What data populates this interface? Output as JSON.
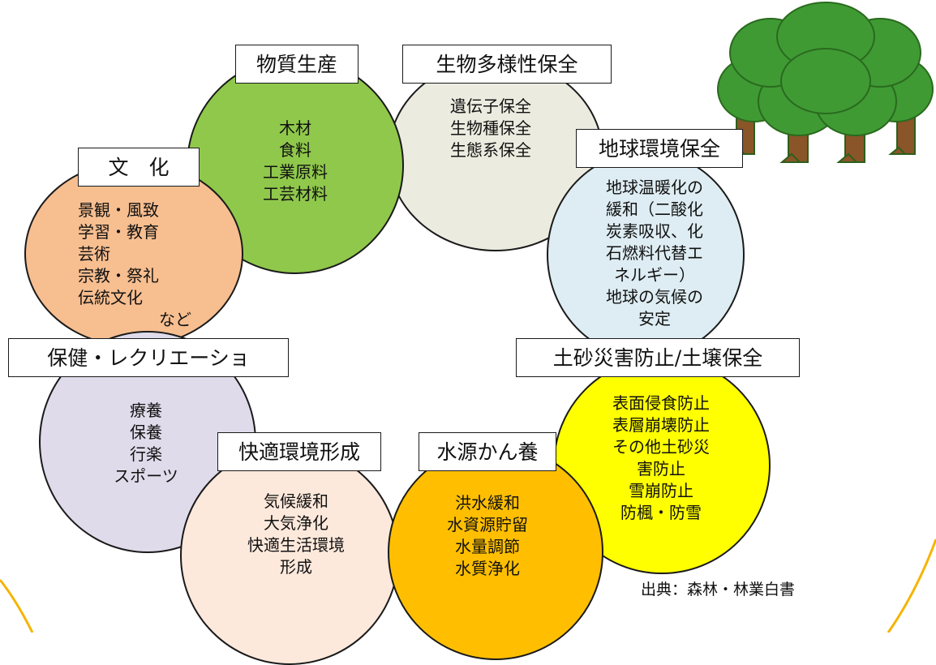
{
  "functions": [
    {
      "id": "bussitsu",
      "label": "物質生産",
      "color": "#8fc84b",
      "items": [
        "木材",
        "食料",
        "工業原料",
        "工芸材料"
      ]
    },
    {
      "id": "seibutsu",
      "label": "生物多様性保全",
      "color": "#ecebe0",
      "items": [
        "遺伝子保全",
        "生物種保全",
        "生態系保全"
      ]
    },
    {
      "id": "chikyu",
      "label": "地球環境保全",
      "color": "#deedf3",
      "items": [
        "地球温暖化の",
        "緩和（二酸化",
        "炭素吸収、化",
        "石燃料代替エ",
        "ネルギー）",
        "地球の気候の",
        "安定"
      ]
    },
    {
      "id": "bunka",
      "label": "文　化",
      "color": "#f7be90",
      "items": [
        "景観・風致",
        "学習・教育",
        "芸術",
        "宗教・祭礼",
        "伝統文化",
        "など"
      ]
    },
    {
      "id": "hoken",
      "label": "保健・レクリエーショ",
      "color": "#e0dbea",
      "items": [
        "療養",
        "保養",
        "行楽",
        "スポーツ"
      ]
    },
    {
      "id": "kaiteki",
      "label": "快適環境形成",
      "color": "#fde9dc",
      "items": [
        "気候緩和",
        "大気浄化",
        "快適生活環境",
        "形成"
      ]
    },
    {
      "id": "suigen",
      "label": "水源かん養",
      "color": "#ffbf00",
      "items": [
        "洪水緩和",
        "水資源貯留",
        "水量調節",
        "水質浄化"
      ]
    },
    {
      "id": "dosha",
      "label": "土砂災害防止/土壌保全",
      "color": "#ffff00",
      "items": [
        "表面侵食防止",
        "表層崩壊防止",
        "その他土砂災",
        "害防止",
        "雪崩防止",
        "防楓・防雪"
      ]
    }
  ],
  "source": "出典：森林・林業白書",
  "accent": "#f5b400",
  "tree_icon": "forest-tree-illustration"
}
